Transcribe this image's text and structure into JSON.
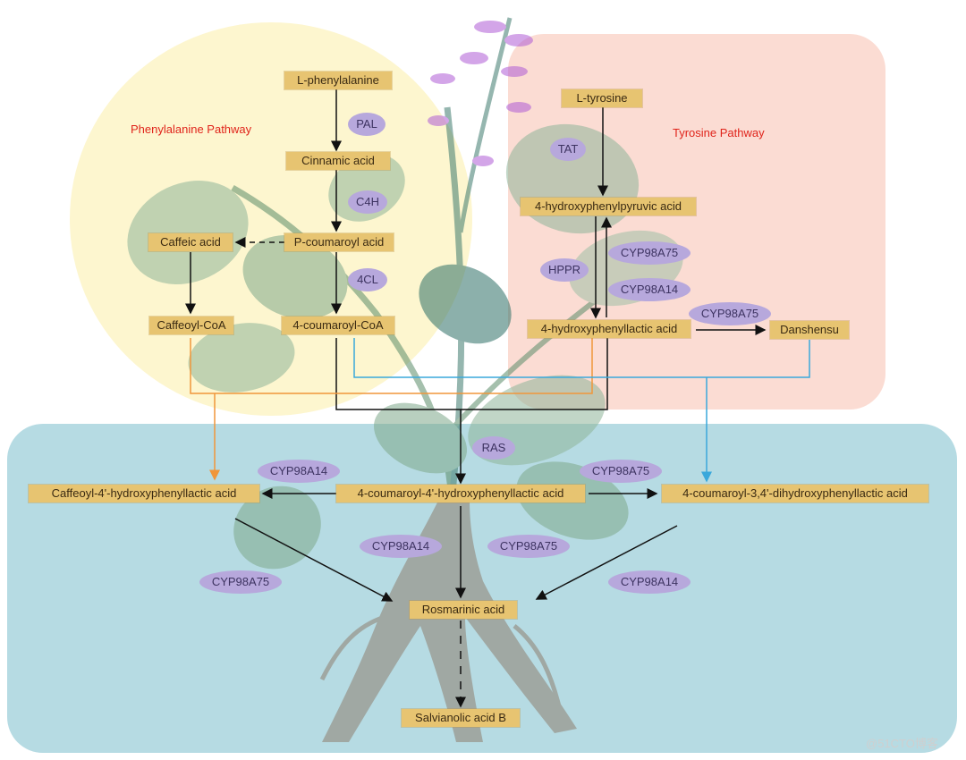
{
  "labels": {
    "phenylalanine_pathway": "Phenylalanine Pathway",
    "tyrosine_pathway": "Tyrosine Pathway"
  },
  "compounds": {
    "l_phenylalanine": "L-phenylalanine",
    "cinnamic_acid": "Cinnamic acid",
    "p_coumaroyl_acid": "P-coumaroyl acid",
    "caffeic_acid": "Caffeic acid",
    "caffeoyl_coa": "Caffeoyl-CoA",
    "four_coumaroyl_coa": "4-coumaroyl-CoA",
    "l_tyrosine": "L-tyrosine",
    "hydroxyphenylpyruvic_acid": "4-hydroxyphenylpyruvic acid",
    "hydroxyphenyllactic_acid": "4-hydroxyphenyllactic acid",
    "danshensu": "Danshensu",
    "caffeoyl_hpl": "Caffeoyl-4'-hydroxyphenyllactic acid",
    "coumaroyl_hpl": "4-coumaroyl-4'-hydroxyphenyllactic acid",
    "coumaroyl_dhpl": "4-coumaroyl-3,4'-dihydroxyphenyllactic acid",
    "rosmarinic_acid": "Rosmarinic acid",
    "salvianolic_acid_b": "Salvianolic acid B"
  },
  "enzymes": {
    "pal": "PAL",
    "c4h": "C4H",
    "four_cl": "4CL",
    "tat": "TAT",
    "hppr": "HPPR",
    "cyp98a75_a": "CYP98A75",
    "cyp98a14_a": "CYP98A14",
    "cyp98a75_b": "CYP98A75",
    "ras": "RAS",
    "cyp98a14_b": "CYP98A14",
    "cyp98a75_c": "CYP98A75",
    "cyp98a14_c": "CYP98A14",
    "cyp98a75_d": "CYP98A75",
    "cyp98a75_e": "CYP98A75",
    "cyp98a14_d": "CYP98A14"
  },
  "watermark": "@51CTO博客",
  "colors": {
    "phenylalanine_region": "#fdf6cc",
    "tyrosine_region": "#fbdcd3",
    "product_region": "#b6dbe3",
    "compound_box": "#e7c471",
    "enzyme_ellipse": "#b7a8dc",
    "orange_route": "#f0963a",
    "blue_route": "#3aa8db",
    "pathway_label": "#e0241b"
  }
}
